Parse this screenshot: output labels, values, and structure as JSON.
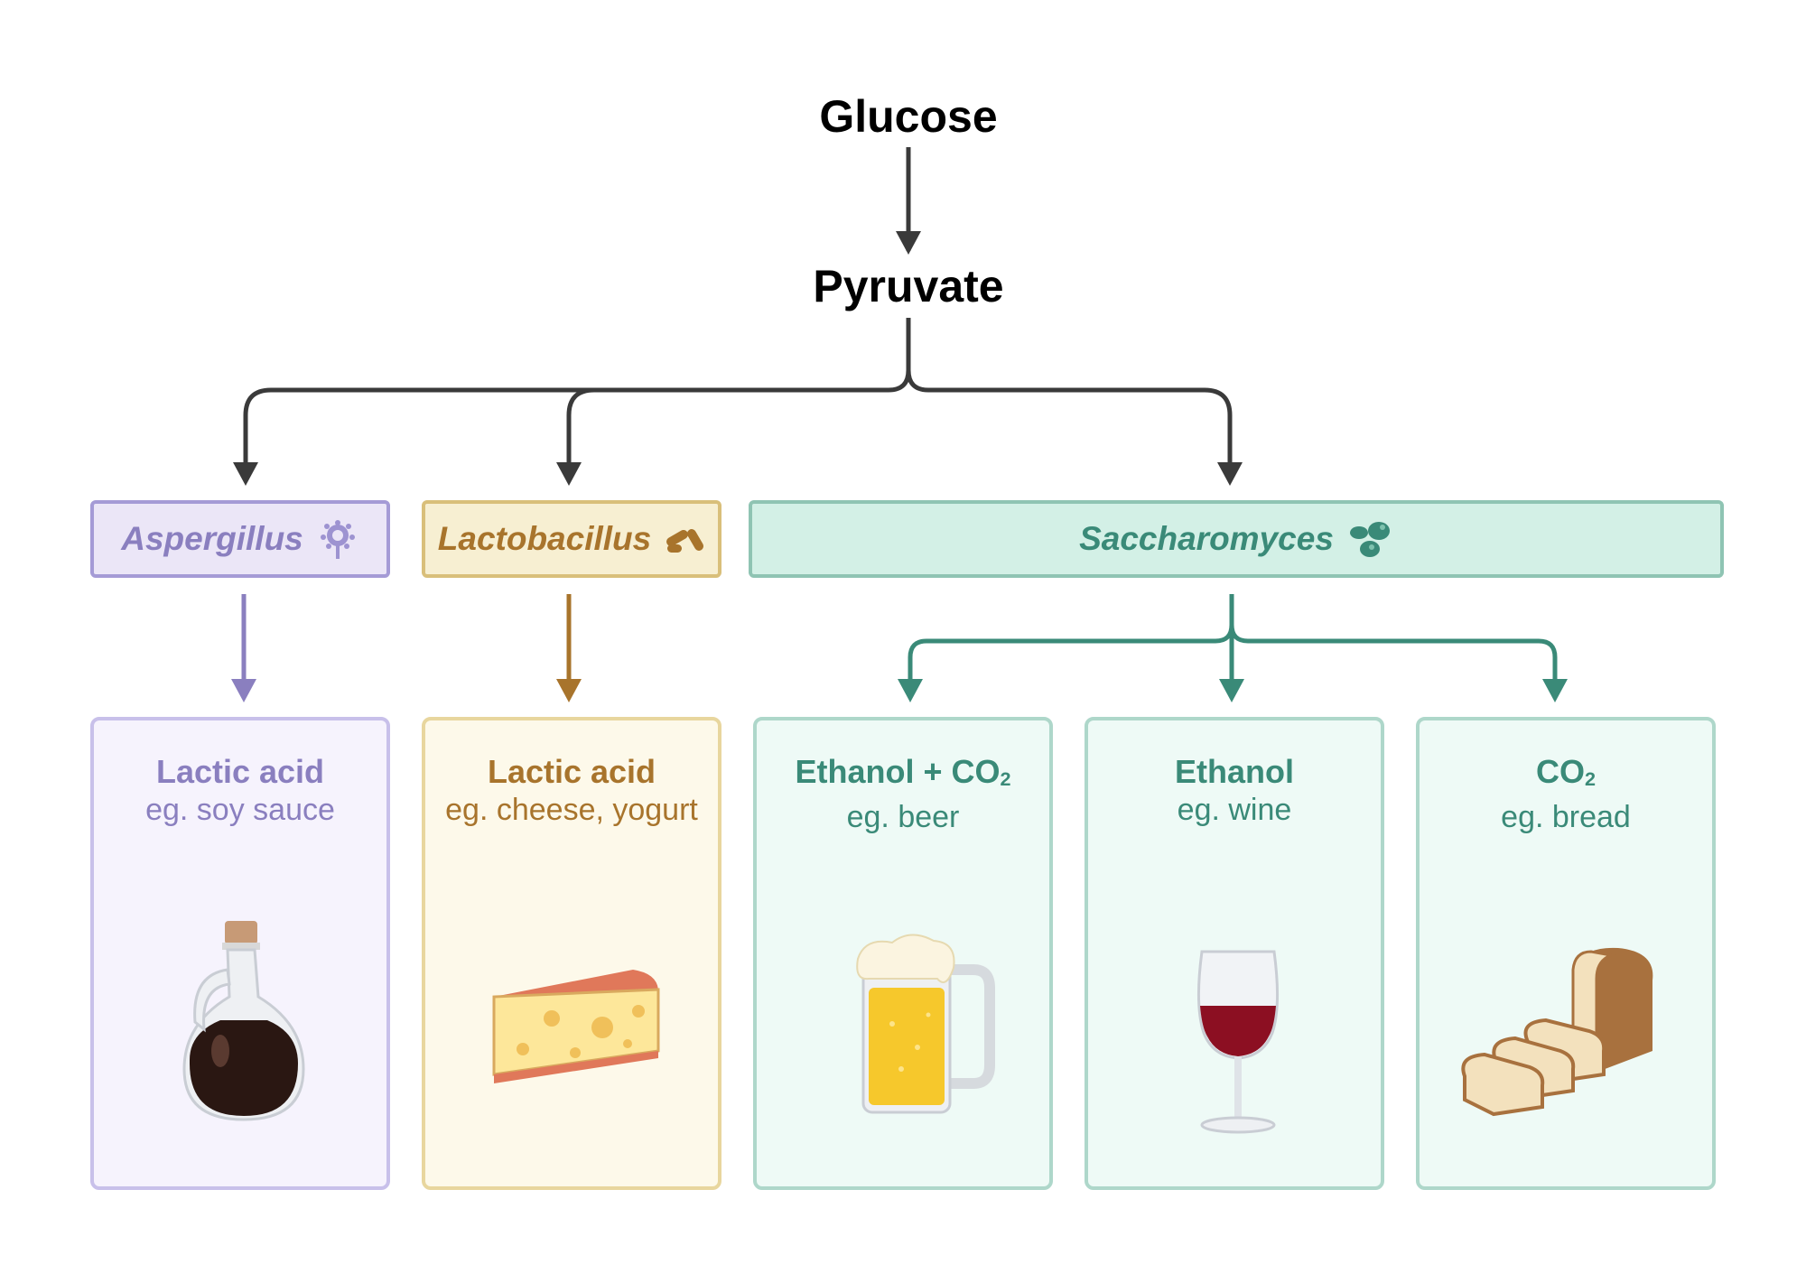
{
  "nodes": {
    "glucose": "Glucose",
    "pyruvate": "Pyruvate"
  },
  "organisms": {
    "aspergillus": {
      "name": "Aspergillus",
      "icon": "mold-icon",
      "color": "#8a7fbf",
      "fill": "#ebe6f7",
      "border": "#a59bd6"
    },
    "lactobacillus": {
      "name": "Lactobacillus",
      "icon": "rod-bacteria-icon",
      "color": "#a8742c",
      "fill": "#f7efd2",
      "border": "#d9bf7a"
    },
    "saccharomyces": {
      "name": "Saccharomyces",
      "icon": "yeast-icon",
      "color": "#3a8a78",
      "fill": "#d3f0e6",
      "border": "#8fc4b3"
    }
  },
  "products": {
    "soy": {
      "title": "Lactic acid",
      "example": "eg. soy sauce",
      "image": "soy-sauce-bottle-icon"
    },
    "cheese": {
      "title": "Lactic acid",
      "example": "eg. cheese, yogurt",
      "image": "cheese-wedge-icon"
    },
    "beer": {
      "title_main": "Ethanol + CO",
      "title_sub": "2",
      "example": "eg. beer",
      "image": "beer-mug-icon"
    },
    "wine": {
      "title": "Ethanol",
      "example": "eg. wine",
      "image": "wine-glass-icon"
    },
    "bread": {
      "title_main": "CO",
      "title_sub": "2",
      "example": "eg. bread",
      "image": "bread-loaf-icon"
    }
  }
}
